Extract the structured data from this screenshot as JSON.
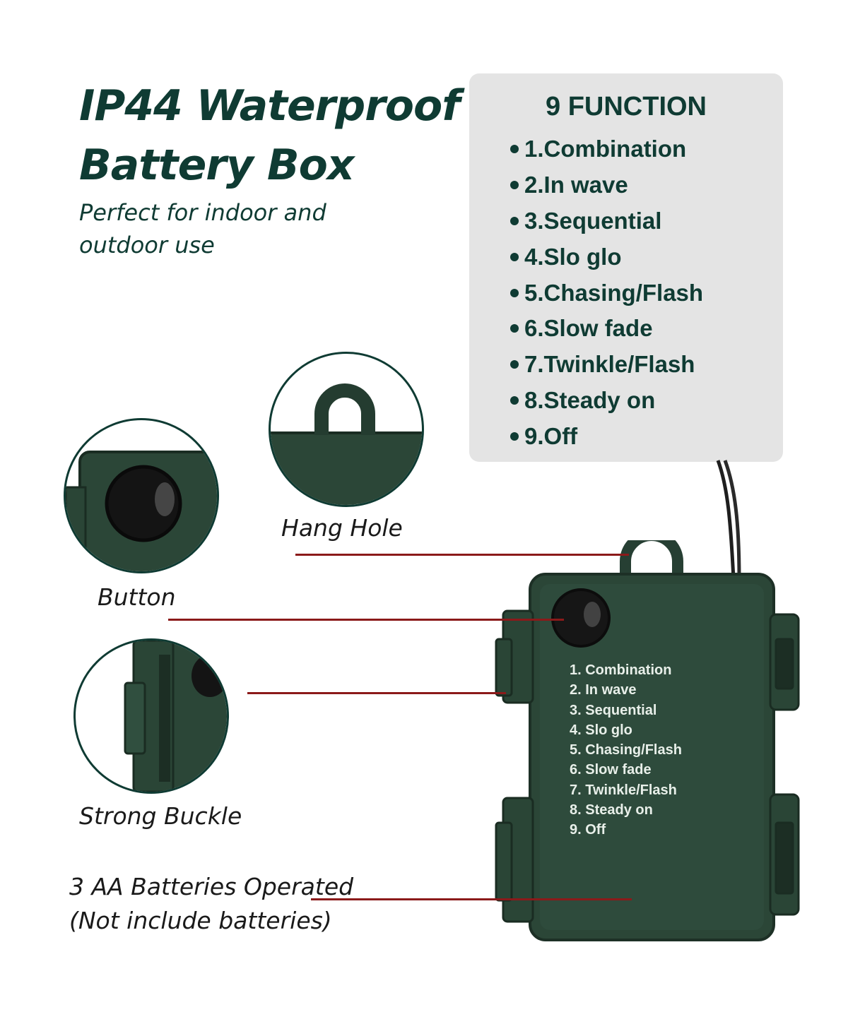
{
  "heading": {
    "line1": "IP44 Waterproof",
    "line2": "Battery Box"
  },
  "subheading": {
    "line1": "Perfect for indoor and",
    "line2": "outdoor use"
  },
  "functions_panel": {
    "title": "9 FUNCTION",
    "items": [
      "1.Combination",
      "2.In wave",
      "3.Sequential",
      "4.Slo glo",
      "5.Chasing/Flash",
      "6.Slow fade",
      "7.Twinkle/Flash",
      "8.Steady on",
      "9.Off"
    ]
  },
  "callouts": {
    "hang_hole": "Hang Hole",
    "button": "Button",
    "strong_buckle": "Strong Buckle",
    "batteries_line1": "3 AA Batteries Operated",
    "batteries_line2": "(Not include batteries)"
  },
  "box_label": [
    "1. Combination",
    "2. In wave",
    "3. Sequential",
    "4. Slo glo",
    "5. Chasing/Flash",
    "6. Slow fade",
    "7. Twinkle/Flash",
    "8. Steady on",
    "9. Off"
  ],
  "colors": {
    "heading": "#0f3b33",
    "panel": "#e4e4e4",
    "leader_line": "#8b1a1a",
    "box_green": "#2c4a3c"
  }
}
